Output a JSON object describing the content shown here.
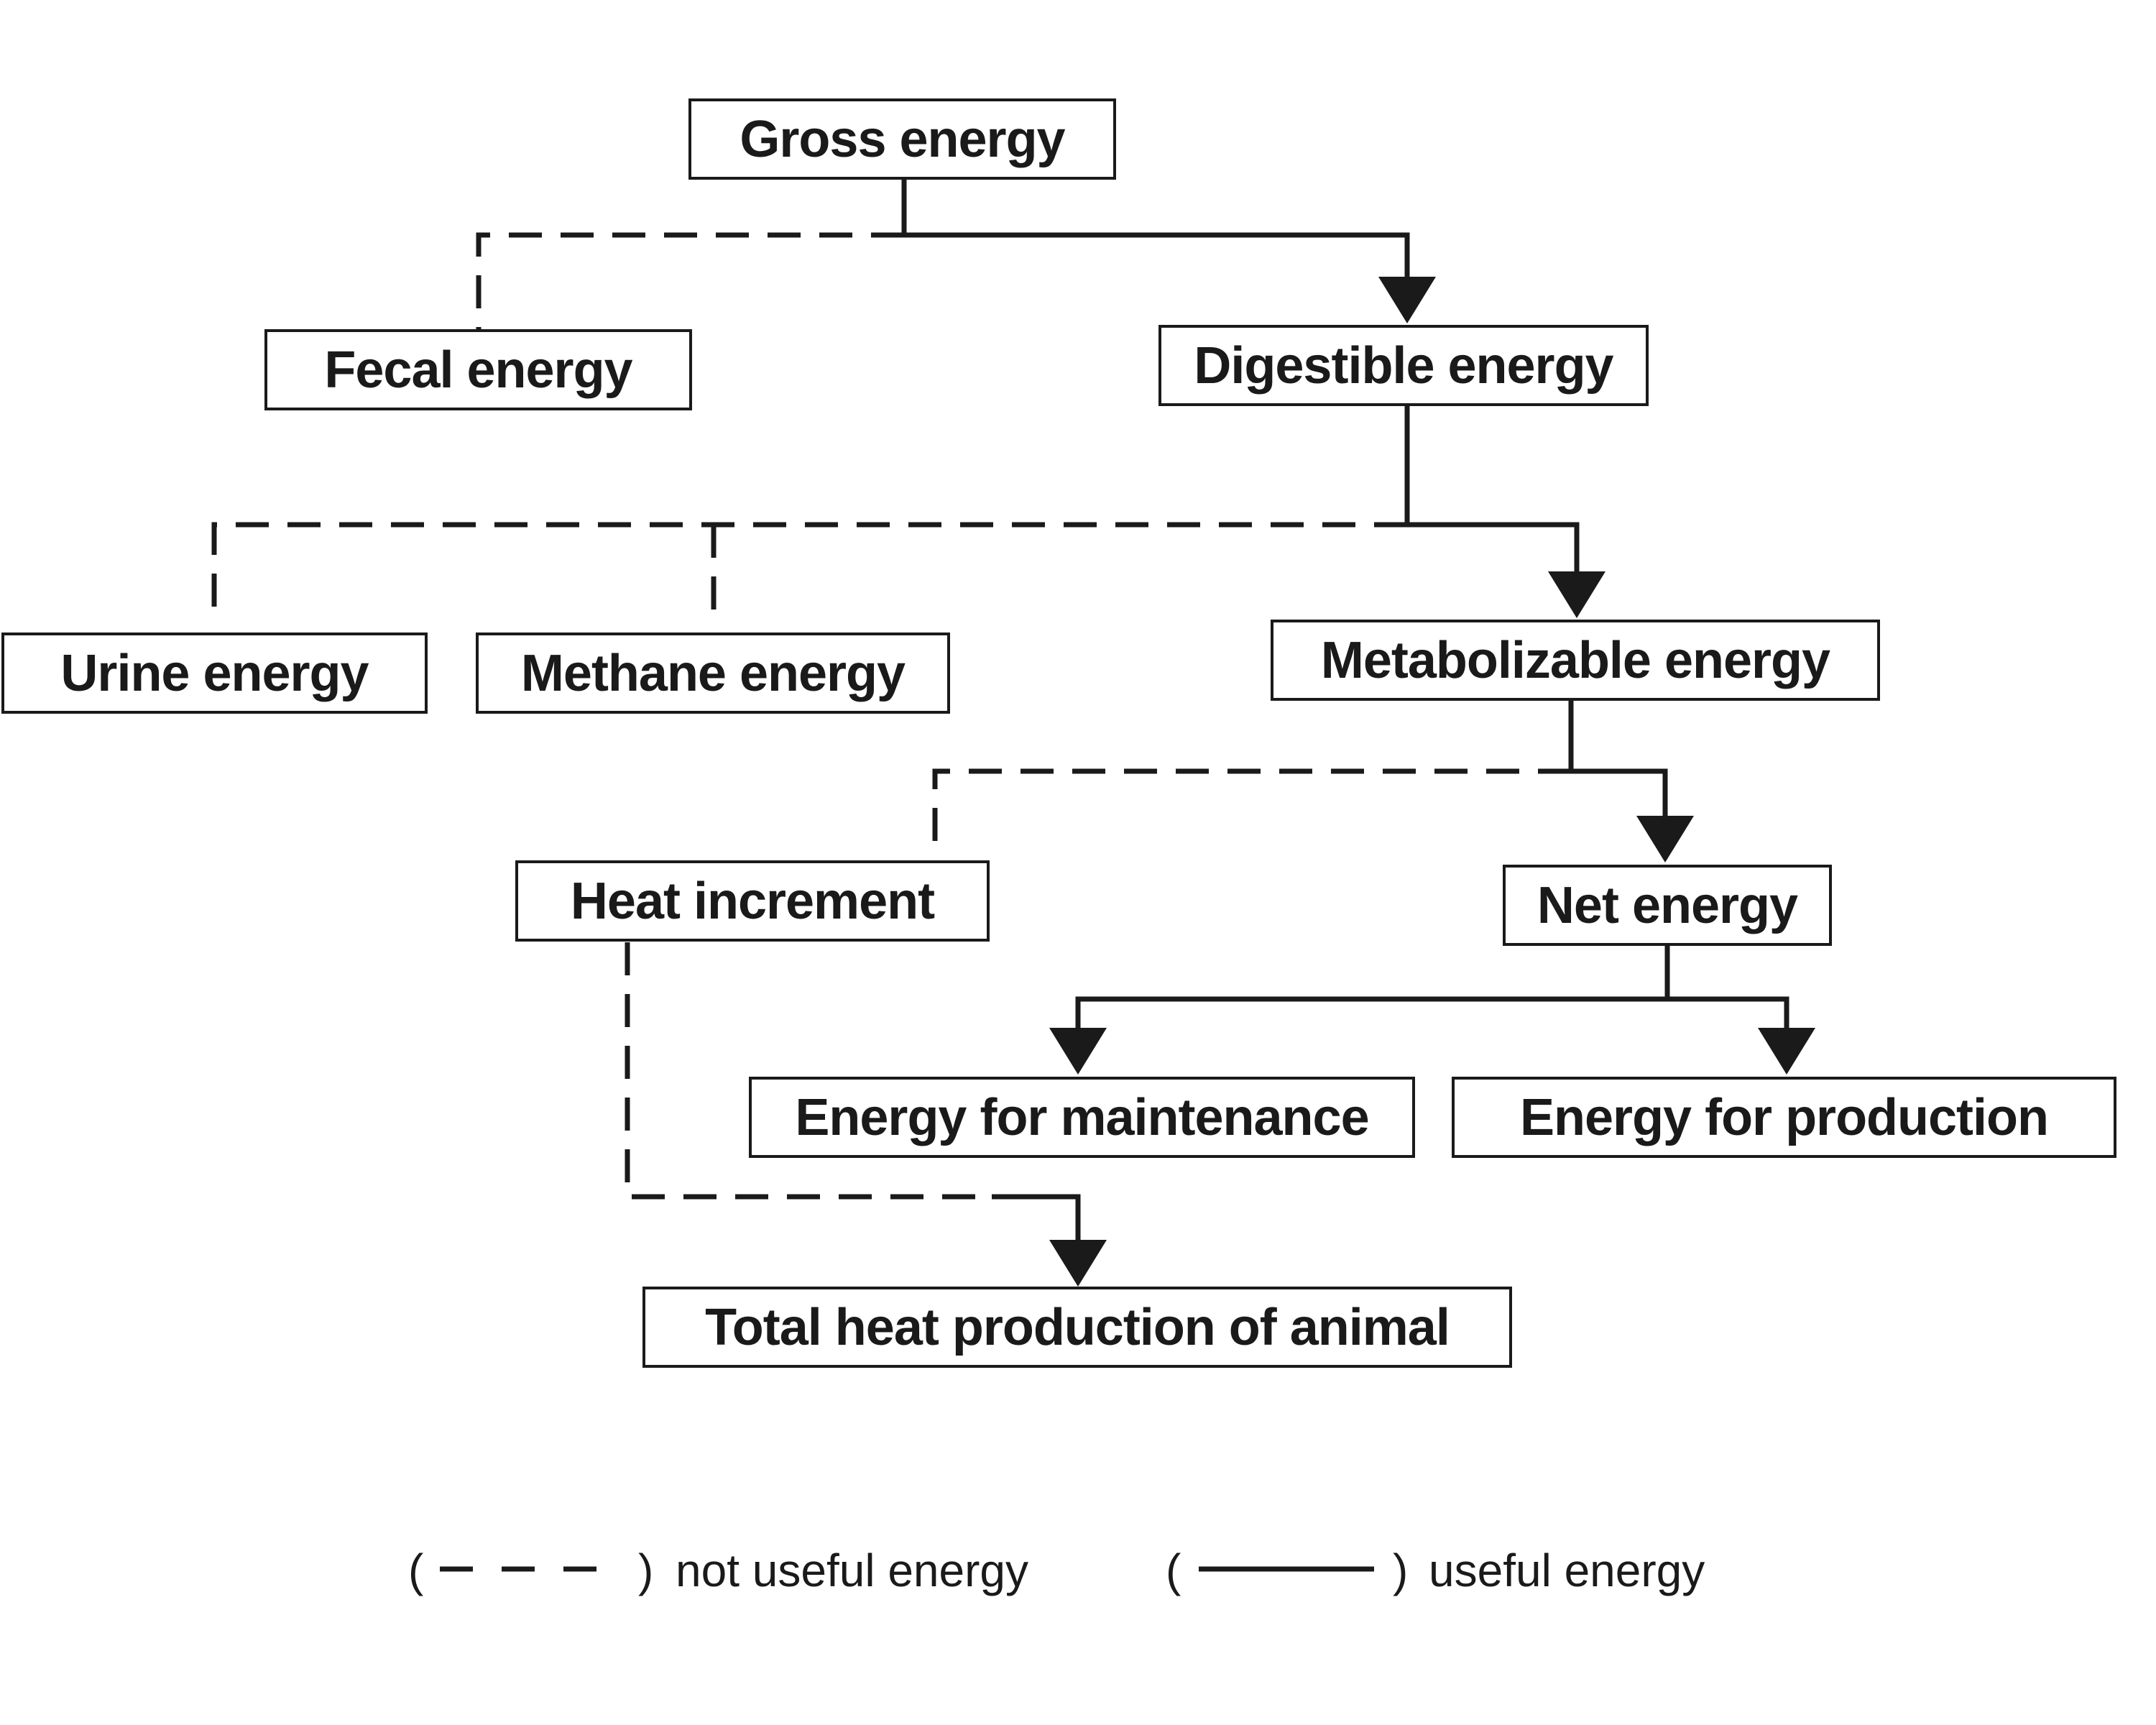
{
  "diagram": {
    "nodes": {
      "gross_energy": "Gross energy",
      "fecal_energy": "Fecal energy",
      "digestible_energy": "Digestible energy",
      "urine_energy": "Urine energy",
      "methane_energy": "Methane energy",
      "metabolizable_energy": "Metabolizable energy",
      "heat_increment": "Heat increment",
      "net_energy": "Net energy",
      "energy_for_maintenance": "Energy for maintenance",
      "energy_for_production": "Energy for production",
      "total_heat_production": "Total heat production of animal"
    },
    "edges": [
      {
        "from": "gross_energy",
        "to": "fecal_energy",
        "style": "dashed"
      },
      {
        "from": "gross_energy",
        "to": "digestible_energy",
        "style": "solid"
      },
      {
        "from": "digestible_energy",
        "to": "urine_energy",
        "style": "dashed"
      },
      {
        "from": "digestible_energy",
        "to": "methane_energy",
        "style": "dashed"
      },
      {
        "from": "digestible_energy",
        "to": "metabolizable_energy",
        "style": "solid"
      },
      {
        "from": "metabolizable_energy",
        "to": "heat_increment",
        "style": "dashed"
      },
      {
        "from": "metabolizable_energy",
        "to": "net_energy",
        "style": "solid"
      },
      {
        "from": "net_energy",
        "to": "energy_for_maintenance",
        "style": "solid"
      },
      {
        "from": "net_energy",
        "to": "energy_for_production",
        "style": "solid"
      },
      {
        "from": "heat_increment",
        "to": "total_heat_production",
        "style": "dashed"
      }
    ],
    "legend": {
      "open_paren_dashed": "(",
      "close_paren_dashed": ")",
      "dashed_label": "not useful energy",
      "open_paren_solid": "(",
      "close_paren_solid": ")",
      "solid_label": "useful energy"
    }
  },
  "colors": {
    "line": "#1a1a1a",
    "background": "#ffffff"
  }
}
